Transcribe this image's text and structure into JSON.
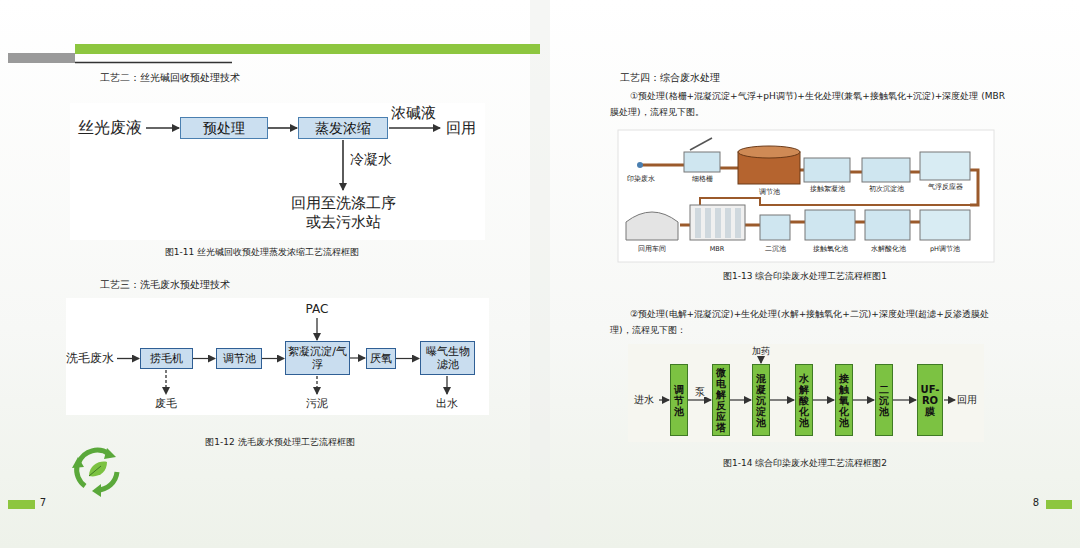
{
  "diagram": {
    "nodes": [
      {
        "text": [
          "预处理"
        ]
      },
      {
        "text": [
          "蒸发浓缩"
        ]
      },
      {
        "text": [
          "捞毛机"
        ]
      },
      {
        "text": [
          "调节池"
        ]
      },
      {
        "text": [
          "絮凝沉淀/气浮"
        ]
      },
      {
        "text": [
          "厌氧"
        ]
      },
      {
        "text": [
          "曝气生物滤池"
        ]
      },
      {
        "text": [
          "调节池"
        ]
      },
      {
        "text": [
          "微电解反应塔"
        ]
      },
      {
        "text": [
          "混凝沉淀池"
        ]
      },
      {
        "text": [
          "水解酸化池"
        ]
      },
      {
        "text": [
          "接触氧化池"
        ]
      },
      {
        "text": [
          "二沉池"
        ]
      },
      {
        "text": [
          "UF-RO膜"
        ]
      }
    ],
    "edges": [
      {
        "from": 0,
        "to": 1,
        "arrow": "to"
      },
      {
        "from": 2,
        "to": 3,
        "arrow": "to"
      },
      {
        "from": 3,
        "to": 4,
        "arrow": "to"
      },
      {
        "from": 4,
        "to": 5,
        "arrow": "to"
      },
      {
        "from": 5,
        "to": 6,
        "arrow": "to"
      },
      {
        "from": 7,
        "to": 8,
        "label": "泵",
        "arrow": "to"
      },
      {
        "from": 8,
        "to": 9,
        "arrow": "to"
      },
      {
        "from": 9,
        "to": 10,
        "arrow": "to"
      },
      {
        "from": 10,
        "to": 11,
        "arrow": "to"
      },
      {
        "from": 11,
        "to": 12,
        "arrow": "to"
      },
      {
        "from": 12,
        "to": 13,
        "arrow": "to"
      }
    ],
    "labels": [
      "工艺二：丝光碱回收预处理技术",
      "丝光废液",
      "浓碱液",
      "回用",
      "冷凝水",
      "回用至洗涤工序 或去污水站",
      "图1-11 丝光碱回收预处理蒸发浓缩工艺流程框图",
      "工艺三：洗毛废水预处理技术",
      "洗毛废水",
      "PAC",
      "废毛",
      "污泥",
      "出水",
      "图1-12 洗毛废水预处理工艺流程框图",
      "7",
      "工艺四：综合废水处理",
      "①预处理(格栅+混凝沉淀+气浮+pH调节)+生化处理(兼氧+接触氧化+沉淀)+深度处理 (MBR膜处理)，流程见下图。",
      "印染废水",
      "细格栅",
      "调节池",
      "接触絮凝池",
      "初次沉淀池",
      "气浮反应器",
      "回用车间",
      "MBR",
      "二沉池",
      "接触氧化池",
      "水解酸化池",
      "pH调节池",
      "图1-13 综合印染废水处理工艺流程框图1",
      "②预处理(电解+混凝沉淀)+生化处理(水解+接触氧化+二沉)+深度处理(超滤+反渗透膜处理)，流程见下图：",
      "加药",
      "进水",
      "回用",
      "图1-14 综合印染废水处理工艺流程框图2",
      "8"
    ]
  }
}
